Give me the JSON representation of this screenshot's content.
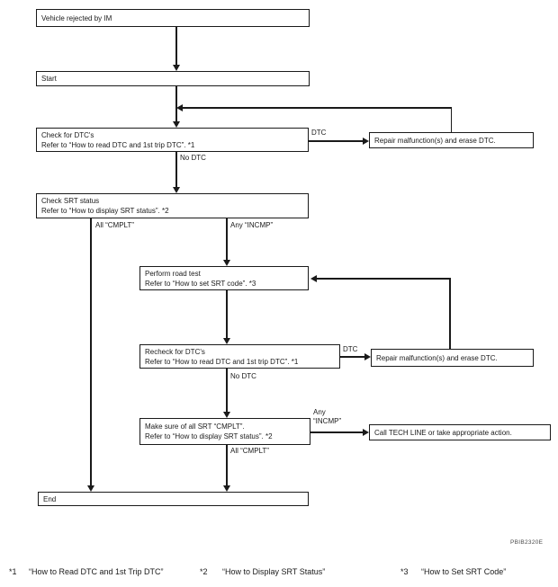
{
  "figure": {
    "type": "flowchart",
    "figure_code": "PBIB2320E"
  },
  "colors": {
    "line": "#1a1a1a",
    "background": "#ffffff"
  },
  "nodes": {
    "vehicle_rejected": {
      "line1": "Vehicle rejected by IM"
    },
    "start": {
      "line1": "Start"
    },
    "check_dtc": {
      "line1": "Check for DTC's",
      "line2": "Refer to “How to read DTC and 1st trip DTC”. *1"
    },
    "repair_dtc_1": {
      "line1": "Repair malfunction(s) and erase DTC."
    },
    "check_srt": {
      "line1": "Check SRT status",
      "line2": "Refer to “How to display SRT status”. *2"
    },
    "road_test": {
      "line1": "Perform road test",
      "line2": "Refer to “How to set SRT code”. *3"
    },
    "recheck_dtc": {
      "line1": "Recheck for DTC's",
      "line2": "Refer to “How to read DTC and 1st trip DTC”. *1"
    },
    "repair_dtc_2": {
      "line1": "Repair malfunction(s) and erase DTC."
    },
    "make_sure_srt": {
      "line1": "Make sure of all SRT “CMPLT”.",
      "line2": "Refer to “How to display SRT status”. *2"
    },
    "call_tech": {
      "line1": "Call TECH LINE or take appropriate action."
    },
    "end": {
      "line1": "End"
    }
  },
  "edge_labels": {
    "dtc_1": "DTC",
    "no_dtc_1": "No DTC",
    "all_cmplt_1": "All “CMPLT”",
    "any_incmp_1": "Any “INCMP”",
    "dtc_2": "DTC",
    "no_dtc_2": "No DTC",
    "any_incmp_2_line1": "Any",
    "any_incmp_2_line2": "“INCMP”",
    "all_cmplt_2": "All “CMPLT”"
  },
  "footnotes": [
    {
      "marker": "*1",
      "text": "“How to Read DTC and 1st Trip DTC”"
    },
    {
      "marker": "*2",
      "text": "“How to Display SRT Status”"
    },
    {
      "marker": "*3",
      "text": "“How to Set SRT Code”"
    }
  ]
}
